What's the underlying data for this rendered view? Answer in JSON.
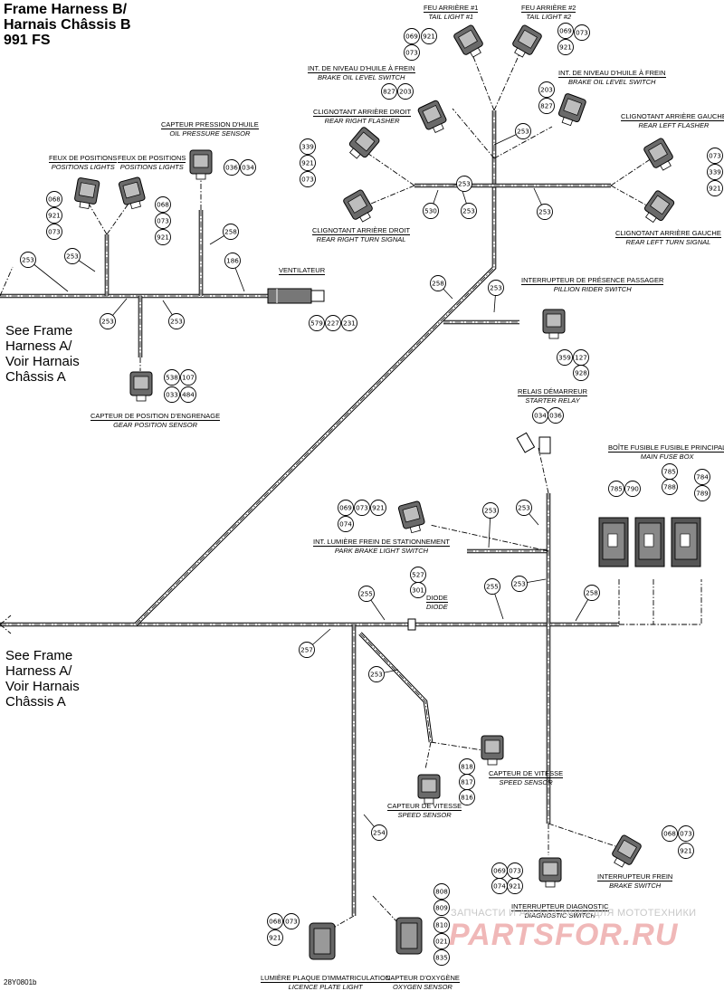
{
  "title": [
    "Frame Harness B/",
    "Harnais Châssis B",
    "991 FS"
  ],
  "see_frame_a": [
    "See Frame",
    "Harness A/",
    "Voir Harnais",
    "Châssis A"
  ],
  "figure_code": "28Y0801b",
  "watermark": {
    "top": "ЗАПЧАСТИ И АКСЕССУАРЫ ДЛЯ МОТОТЕХНИКИ",
    "brand": "PARTSFOR.RU"
  },
  "components": [
    {
      "fr": "FEU ARRIÈRE #1",
      "en": "TAIL LIGHT #1",
      "icon": "connector-icon",
      "pins": [
        "069",
        "921",
        "073"
      ]
    },
    {
      "fr": "FEU ARRIÈRE #2",
      "en": "TAIL LIGHT #2",
      "icon": "connector-icon",
      "pins": [
        "069",
        "073",
        "921"
      ]
    },
    {
      "fr": "INT. DE NIVEAU D'HUILE À FREIN",
      "en": "BRAKE OIL LEVEL SWITCH",
      "icon": "switch-icon",
      "pins": [
        "827",
        "203"
      ]
    },
    {
      "fr": "INT. DE NIVEAU D'HUILE À FREIN",
      "en": "BRAKE OIL LEVEL SWITCH",
      "icon": "switch-icon",
      "pins": [
        "203",
        "827"
      ]
    },
    {
      "fr": "CLIGNOTANT ARRIÈRE DROIT",
      "en": "REAR RIGHT FLASHER",
      "icon": "flasher-icon",
      "pins": [
        "339",
        "921",
        "073"
      ]
    },
    {
      "fr": "CLIGNOTANT ARRIÈRE GAUCHE",
      "en": "REAR LEFT FLASHER",
      "icon": "flasher-icon",
      "pins": [
        "073",
        "339",
        "921"
      ]
    },
    {
      "fr": "CLIGNOTANT ARRIÈRE DROIT",
      "en": "REAR RIGHT TURN SIGNAL",
      "icon": "turn-signal-icon",
      "pins": []
    },
    {
      "fr": "CLIGNOTANT ARRIÈRE GAUCHE",
      "en": "REAR LEFT TURN SIGNAL",
      "icon": "turn-signal-icon",
      "pins": []
    },
    {
      "fr": "FEUX DE POSITIONS",
      "en": "POSITIONS LIGHTS",
      "icon": "connector-icon",
      "pins": [
        "068",
        "921",
        "073"
      ]
    },
    {
      "fr": "FEUX DE POSITIONS",
      "en": "POSITIONS LIGHTS",
      "icon": "connector-icon",
      "pins": [
        "068",
        "073",
        "921"
      ]
    },
    {
      "fr": "CAPTEUR PRESSION D'HUILE",
      "en": "OIL PRESSURE SENSOR",
      "icon": "sensor-icon",
      "pins": [
        "036",
        "034"
      ]
    },
    {
      "fr": "VENTILATEUR",
      "en": "",
      "icon": "fan-connector-icon",
      "pins": [
        "579",
        "227",
        "231"
      ]
    },
    {
      "fr": "CAPTEUR DE POSITION D'ENGRENAGE",
      "en": "GEAR POSITION SENSOR",
      "icon": "sensor-icon",
      "pins": [
        "538",
        "107",
        "033",
        "484"
      ]
    },
    {
      "fr": "INTERRUPTEUR DE PRÉSENCE PASSAGER",
      "en": "PILLION RIDER SWITCH",
      "icon": "switch-icon",
      "pins": [
        "359",
        "127",
        "928"
      ]
    },
    {
      "fr": "RELAIS DÉMARREUR",
      "en": "STARTER RELAY",
      "icon": "relay-icon",
      "pins": [
        "034",
        "036"
      ]
    },
    {
      "fr": "BOÎTE FUSIBLE FUSIBLE PRINCIPAL",
      "en": "MAIN FUSE BOX",
      "icon": "fuse-box-icon",
      "pins": [
        "785",
        "790",
        "785",
        "788",
        "784",
        "789"
      ]
    },
    {
      "fr": "INT. LUMIÈRE FREIN DE STATIONNEMENT",
      "en": "PARK BRAKE LIGHT SWITCH",
      "icon": "switch-icon",
      "pins": [
        "069",
        "073",
        "921",
        "074"
      ]
    },
    {
      "fr": "DIODE",
      "en": "DIODE",
      "icon": "diode-icon",
      "pins": [
        "527",
        "301"
      ]
    },
    {
      "fr": "CAPTEUR DE VITESSE",
      "en": "SPEED SENSOR",
      "icon": "sensor-icon",
      "pins": [
        "818",
        "817",
        "816"
      ]
    },
    {
      "fr": "CAPTEUR DE VITESSE",
      "en": "SPEED SENSOR",
      "icon": "sensor-icon",
      "pins": []
    },
    {
      "fr": "INTERRUPTEUR FREIN",
      "en": "BRAKE SWITCH",
      "icon": "switch-icon",
      "pins": [
        "068",
        "073",
        "921"
      ]
    },
    {
      "fr": "INTERRUPTEUR DIAGNOSTIC",
      "en": "DIAGNOSTIC SWITCH",
      "icon": "switch-icon",
      "pins": [
        "069",
        "073",
        "074",
        "921"
      ]
    },
    {
      "fr": "LUMIÈRE PLAQUE D'IMMATRICULATION",
      "en": "LICENCE PLATE LIGHT",
      "icon": "lamp-icon",
      "pins": [
        "068",
        "073",
        "921"
      ]
    },
    {
      "fr": "CAPTEUR D'OXYGÈNE",
      "en": "OXYGEN SENSOR",
      "icon": "sensor-icon",
      "pins": [
        "808",
        "809",
        "810",
        "021",
        "835"
      ]
    }
  ],
  "harness_refs": [
    "253",
    "253",
    "530",
    "253",
    "253",
    "258",
    "253",
    "253",
    "253",
    "253",
    "258",
    "253",
    "186",
    "253",
    "253",
    "255",
    "255",
    "258",
    "257",
    "253",
    "253",
    "254"
  ]
}
